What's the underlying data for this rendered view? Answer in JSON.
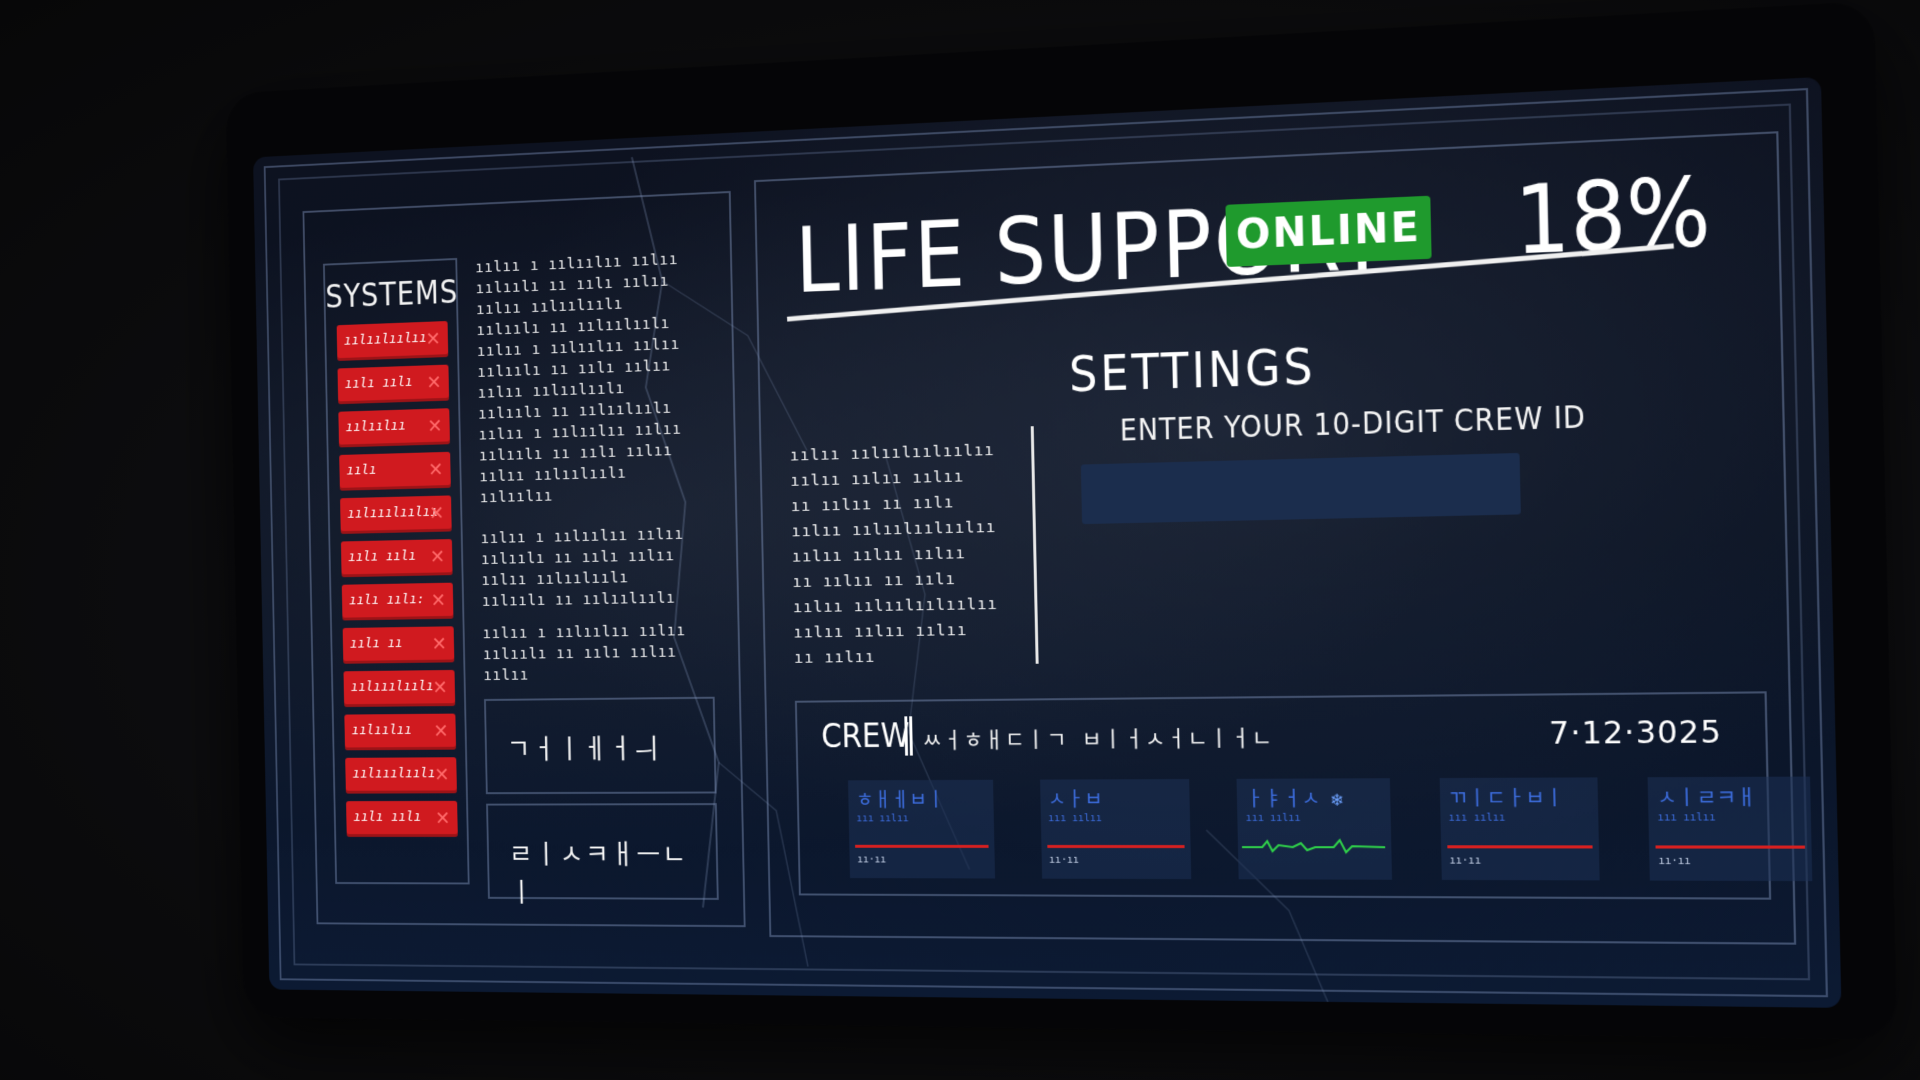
{
  "systems": {
    "title": "SYSTEMS",
    "items": [
      {
        "label": "ıılıılıılıı",
        "status_icon": "x-icon"
      },
      {
        "label": "ıılı ıılı",
        "status_icon": "x-icon"
      },
      {
        "label": "ıılıılıı",
        "status_icon": "x-icon"
      },
      {
        "label": "ıılı",
        "status_icon": "x-icon"
      },
      {
        "label": "ıılııılıılıı",
        "status_icon": "x-icon"
      },
      {
        "label": "ıılı ıılı",
        "status_icon": "x-icon"
      },
      {
        "label": "ıılı ıılı:",
        "status_icon": "x-icon"
      },
      {
        "label": "ıılı ıı",
        "status_icon": "x-icon"
      },
      {
        "label": "ıılııılıılı",
        "status_icon": "x-icon"
      },
      {
        "label": "ıılıılıı",
        "status_icon": "x-icon"
      },
      {
        "label": "ıılııılıılı",
        "status_icon": "x-icon"
      },
      {
        "label": "ıılı ıılı",
        "status_icon": "x-icon"
      }
    ]
  },
  "log_text": {
    "para1": [
      "ıılıı ı ıılıılıı ıılıı",
      "ıılıılı ıı ıılı ıılıı",
      "ıılıı ıılıılıılı",
      "ıılıılı ıı ıılıılıılı",
      "ıılıı ı ıılıılıı ıılıı",
      "ıılıılı ıı ıılı ıılıı",
      "ıılıı ıılıılıılı",
      "ıılıılı ıı ıılıılıılı",
      "ıılıı ı ıılıılıı ıılıı",
      "ıılıılı ıı ıılı ıılıı",
      "ıılıı ıılıılıılı",
      "ıılıılıı"
    ],
    "para2": [
      "ıılıı ı ıılıılıı ıılıı",
      "ıılıılı ıı ıılı ıılıı",
      "ıılıı ıılıılıılı",
      "ıılıılı ıı ıılıılıılı"
    ],
    "para3": [
      "ıılıı ı ıılıılıı ıılıı",
      "ıılıılı ıı ıılı ıılıı",
      "ıılıı"
    ]
  },
  "buttons": {
    "button1": "ㄱㅓㅣㅔㅓㅢ",
    "button2": "ㄹㅣㅅㅋㅐㅡㄴㅣ"
  },
  "header": {
    "title": "LIFE SUPPORT",
    "status": "ONLINE",
    "percent": "18%"
  },
  "settings": {
    "title": "SETTINGS",
    "info_lines": [
      "ıılıı ıılıılıılıılıı",
      "ıılıı ıılıı ıılıı",
      "ıı ıılıı ıı ıılı",
      "ıılıı ıılıılıılıılıı",
      "ıılıı ıılıı ıılıı",
      "ıı ıılıı ıı ıılı",
      "ıılıı ıılıılıılıılıı",
      "ıılıı ıılıı ıılıı",
      "ıı ıılıı"
    ],
    "crew_id_label": "ENTER YOUR 10-DIGIT CREW ID",
    "crew_id_value": ""
  },
  "crew": {
    "title": "CREW",
    "subtitle": "ㅆㅓㅎㅐㄷㅣㄱ ㅂㅣㅓㅅㅓㄴㅣㅓㄴ",
    "date": "7·12·3025",
    "members": [
      {
        "name": "ㅎㅐㅔㅂㅣ",
        "meta": "ııı ıılıı",
        "status": "flatline",
        "foot": "ıı·ıı"
      },
      {
        "name": "ㅅㅏㅂ",
        "meta": "ııı ıılıı",
        "status": "flatline",
        "foot": "ıı·ıı"
      },
      {
        "name": "ㅏㅑㅓㅅ",
        "meta": "ııı ıılıı",
        "status": "alive",
        "foot": "",
        "icon": "snowflake-icon"
      },
      {
        "name": "ㄲㅣㄷㅏㅂㅣ",
        "meta": "ııı ıılıı",
        "status": "flatline",
        "foot": "ıı·ıı"
      },
      {
        "name": "ㅅㅣㄹㅋㅐ",
        "meta": "ııı ıılıı",
        "status": "flatline",
        "foot": "ıı·ıı"
      }
    ]
  },
  "colors": {
    "system_alert": "#d01a1f",
    "online_badge": "#1f9a2d",
    "flatline": "#d72020",
    "vital_alive": "#2fd14a",
    "crew_name": "#3d6ee0",
    "input_bg": "#1b2d4d"
  }
}
